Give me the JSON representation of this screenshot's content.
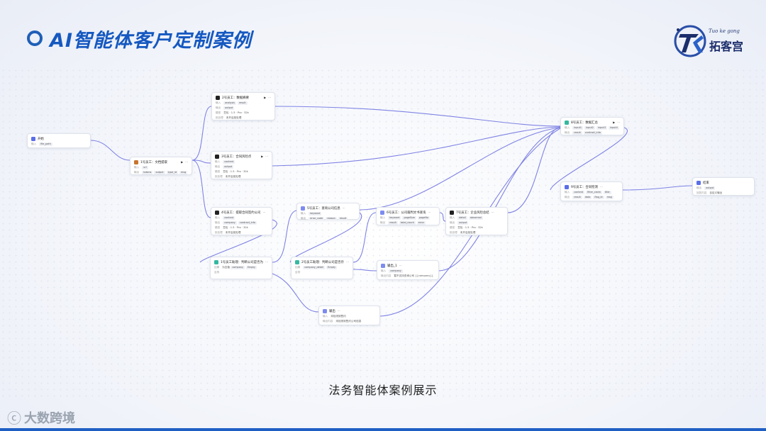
{
  "header": {
    "title": "AI智能体客户定制案例"
  },
  "logo": {
    "pinyin": "Tuo ke gong",
    "text": "拓客宫"
  },
  "caption": "法务智能体案例展示",
  "watermark": {
    "text": "大数跨境"
  },
  "colors": {
    "accent": "#1558c0",
    "edge": "#6b6fe0",
    "bar": "#1f5fc4"
  },
  "nodes": {
    "start": {
      "title": "开始",
      "rows": [
        [
          "输入",
          "file_path"
        ]
      ]
    },
    "doc_extract": {
      "title": "1号员工：文档提取",
      "rows": [
        [
          "输入",
          "url"
        ],
        [
          "输出",
          "tokens",
          "output",
          "type_id",
          "msg"
        ]
      ]
    },
    "summary": {
      "title": "2号员工：数据摘要",
      "rows": [
        [
          "输入",
          "analysis",
          "result"
        ],
        [
          "输出",
          "output"
        ],
        [
          "模型",
          "豆包 · 1.5 · Pro · 32k"
        ],
        [
          "批处理",
          "未开启批处理"
        ]
      ]
    },
    "contract": {
      "title": "3号员工：合同风险点",
      "rows": [
        [
          "输入",
          "content"
        ],
        [
          "输出",
          "output"
        ],
        [
          "模型",
          "豆包 · 1.5 · Pro · 32k"
        ],
        [
          "批处理",
          "未开启批处理"
        ]
      ]
    },
    "extract_company": {
      "title": "4号员工：提取合同签约公司",
      "rows": [
        [
          "输入",
          "content"
        ],
        [
          "输出",
          "company",
          "contract_info"
        ],
        [
          "模型",
          "豆包 · 1.5 · Pro · 32k"
        ],
        [
          "批处理",
          "未开启批处理"
        ]
      ]
    },
    "pinyin_lookup": {
      "title": "5号员工：查询公司信息",
      "rows": [
        [
          "输入",
          "keyword"
        ],
        [
          "输出",
          "error_code",
          "reason",
          "result"
        ]
      ]
    },
    "judgment": {
      "title": "6号员工：公司裁判文书查询",
      "rows": [
        [
          "输入",
          "keyword",
          "pageSize",
          "pageNo"
        ],
        [
          "输出",
          "result",
          "total_count",
          "error"
        ]
      ]
    },
    "analysis": {
      "title": "7号员工：企业风险总结",
      "rows": [
        [
          "输入",
          "detail",
          "abnormal"
        ],
        [
          "输出",
          "output"
        ],
        [
          "模型",
          "豆包 · 1.5 · Pro · 32k"
        ],
        [
          "批处理",
          "未开启批处理"
        ]
      ]
    },
    "cond1": {
      "title": "1号员工助理：判断公司是否为空",
      "rows": [
        [
          "如果",
          "为空值",
          "company",
          "Empty"
        ],
        [
          "否则",
          ""
        ]
      ]
    },
    "cond2": {
      "title": "2号员工助理：判断公司是否存在",
      "rows": [
        [
          "如果",
          "company_detail",
          "Empty"
        ],
        [
          "否则",
          ""
        ]
      ]
    },
    "output1": {
      "title": "输出_1",
      "rows": [
        [
          "输入",
          "company"
        ],
        [
          "输出内容",
          "暂不支持查询公司 {{company}}"
        ]
      ]
    },
    "output2": {
      "title": "输出",
      "rows": [
        [
          "输入",
          "未检测到签约"
        ],
        [
          "输出内容",
          "未检测到签约公司信息"
        ]
      ]
    },
    "report": {
      "title": "8号员工：数据汇总",
      "rows": [
        [
          "输入",
          "input1",
          "input2",
          "input3",
          "input4"
        ],
        [
          "输出",
          "result",
          "contract_info"
        ]
      ]
    },
    "code": {
      "title": "9号员工：合同检测",
      "rows": [
        [
          "输入",
          "content",
          "filter_claim",
          "title"
        ],
        [
          "输出",
          "result",
          "data",
          "flag_id",
          "msg"
        ]
      ]
    },
    "end": {
      "title": "结束",
      "rows": [
        [
          "输出",
          "output"
        ],
        [
          "回答内容",
          "自定义输出"
        ]
      ]
    }
  }
}
